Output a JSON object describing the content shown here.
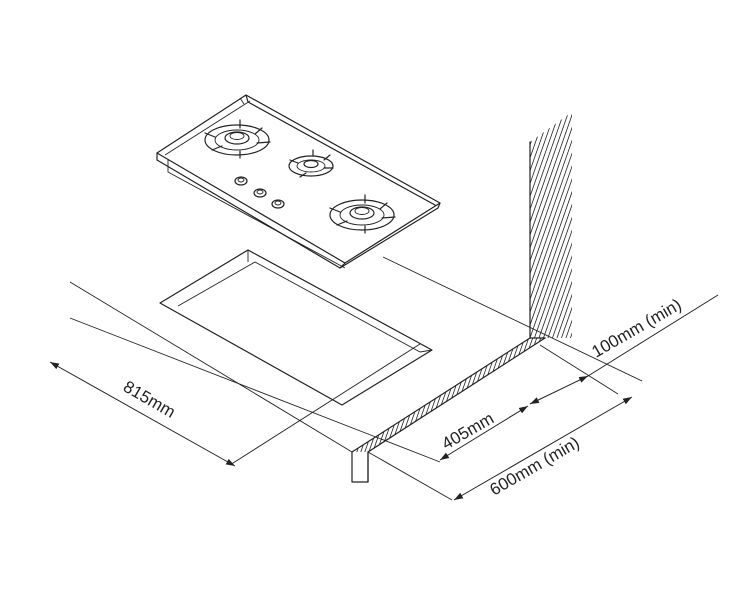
{
  "labels": {
    "width": "815mm",
    "depth": "405mm",
    "wall_clearance": "100mm (min)",
    "counter_depth": "600mm (min)"
  },
  "colors": {
    "line": "#222222",
    "background": "#ffffff"
  }
}
